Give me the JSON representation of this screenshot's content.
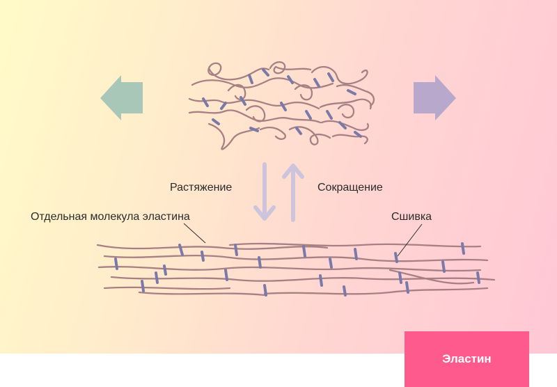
{
  "diagram": {
    "labels": {
      "stretch": "Растяжение",
      "contract": "Сокращение",
      "molecule": "Отдельная молекула эластина",
      "crosslink": "Сшивка"
    },
    "badge": "Эластин"
  },
  "colors": {
    "fiber": "#a88084",
    "crosslink": "#7a7aa8",
    "arrow_left": "#a8c7b9",
    "arrow_right": "#b8a8cc",
    "arrow_updown": "#ccc4dc",
    "badge": "#ff5a8e"
  }
}
